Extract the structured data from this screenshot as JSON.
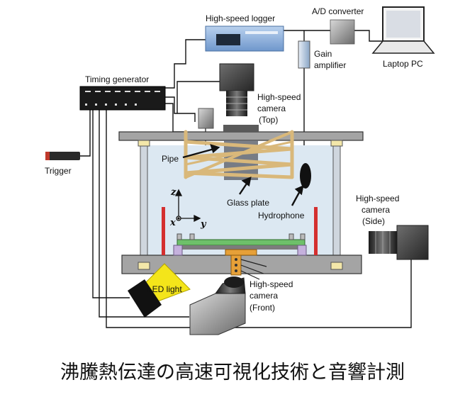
{
  "labels": {
    "high_speed_logger": "High-speed logger",
    "ad_converter": "A/D converter",
    "gain": "Gain",
    "amplifier": "amplifier",
    "laptop_pc": "Laptop PC",
    "timing_generator": "Timing generator",
    "trigger": "Trigger",
    "cam_top_1": "High-speed",
    "cam_top_2": "camera",
    "cam_top_3": "(Top)",
    "pipe": "Pipe",
    "glass_plate": "Glass plate",
    "hydrophone": "Hydrophone",
    "cam_side_1": "High-speed",
    "cam_side_2": "camera",
    "cam_side_3": "(Side)",
    "led_light": "LED light",
    "cam_front_1": "High-speed",
    "cam_front_2": "camera",
    "cam_front_3": "(Front)",
    "axis_x": "x",
    "axis_y": "y",
    "axis_z": "z"
  },
  "caption": "沸騰熱伝達の高速可視化技術と音響計測",
  "colors": {
    "water": "#dce8f2",
    "tank_frame": "#a4a4a4",
    "logger_blue": "#8fb3df",
    "pipe_tan": "#d9b87a",
    "heater_green": "#6ec06a",
    "heater_red": "#d42f2f",
    "led_yellow": "#f4e51a"
  }
}
